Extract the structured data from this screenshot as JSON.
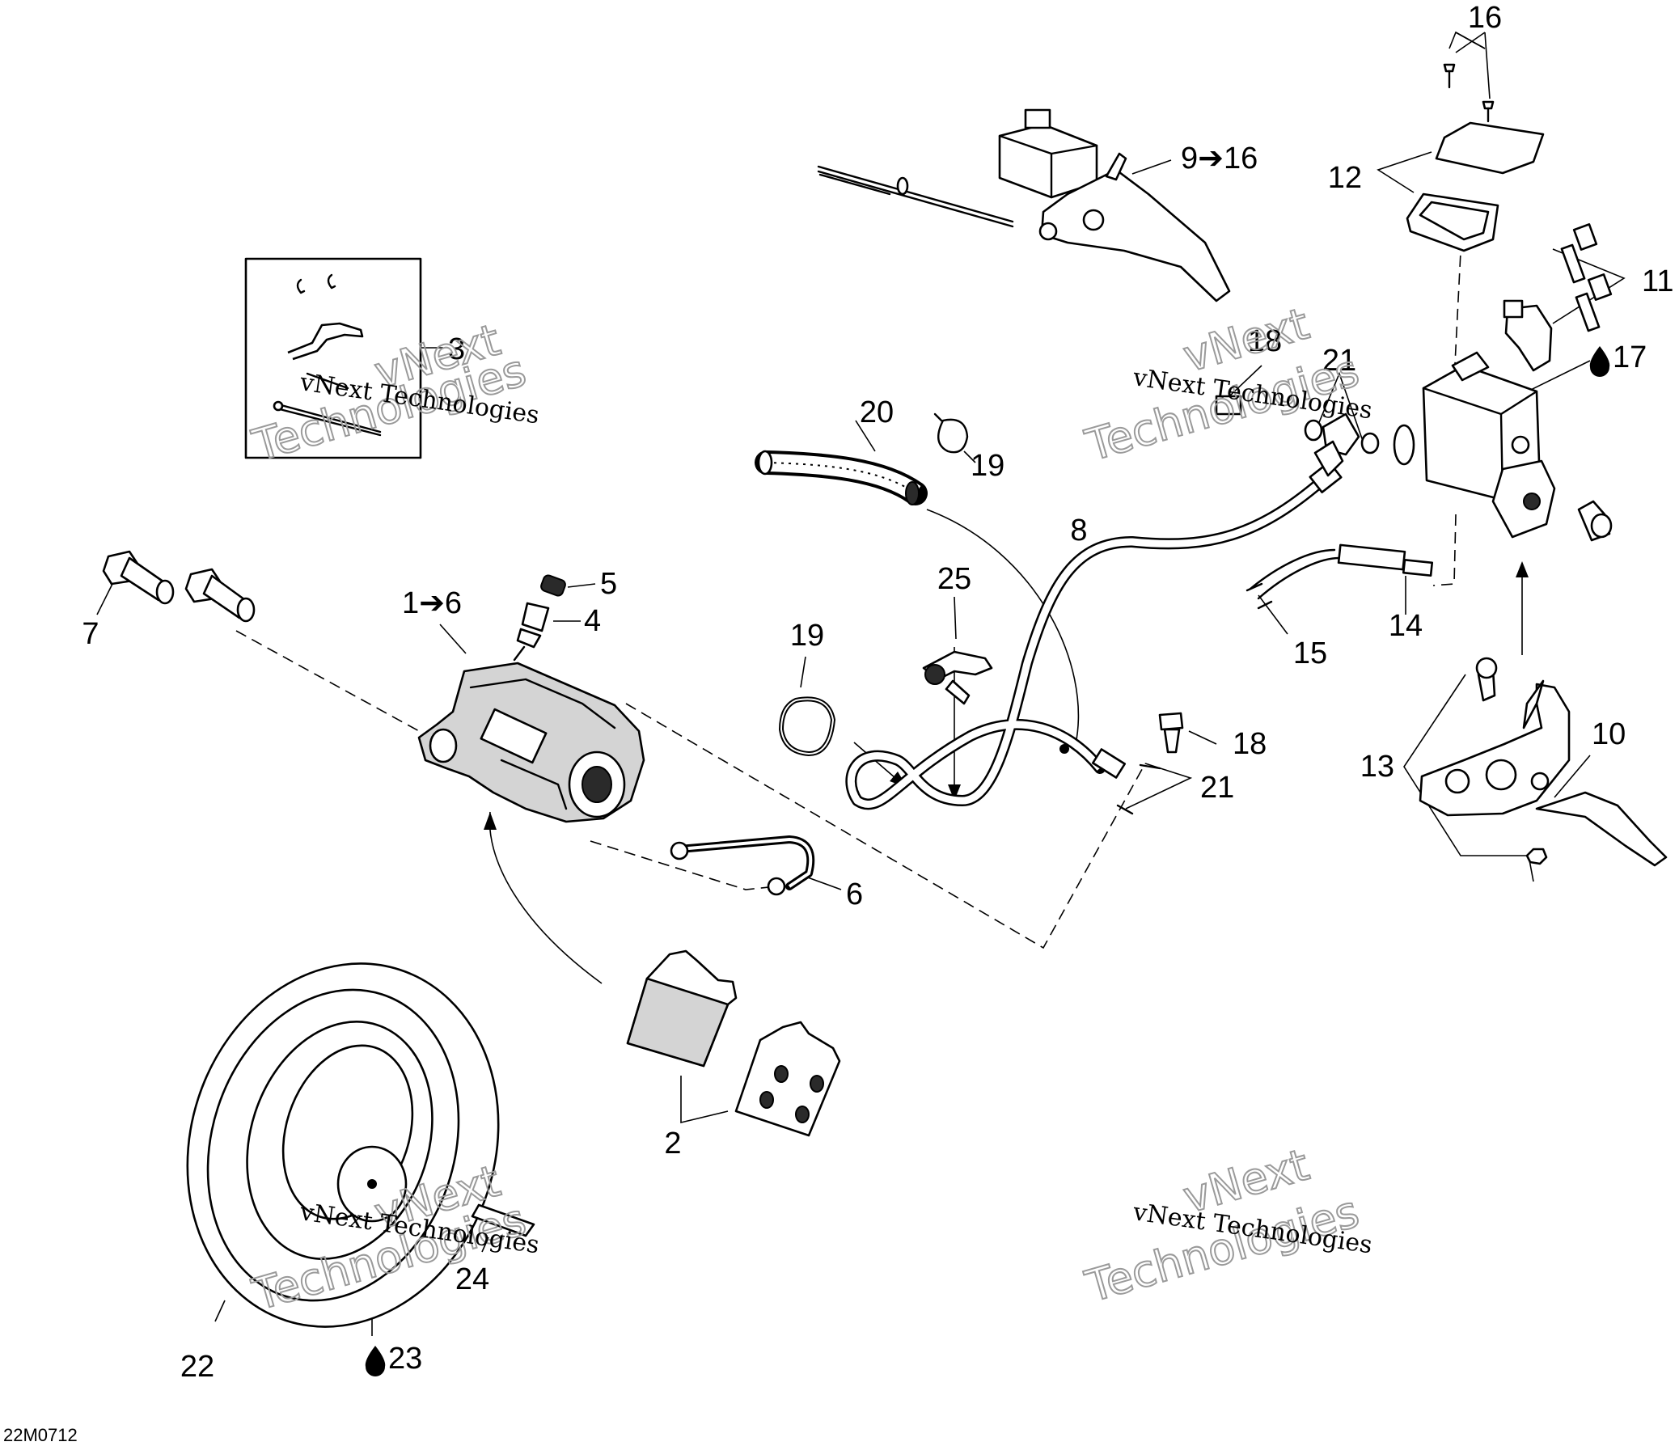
{
  "diagram": {
    "code": "22M0712",
    "callouts": {
      "c1_6": "1➔6",
      "c2": "2",
      "c3": "3",
      "c4": "4",
      "c5": "5",
      "c6": "6",
      "c7": "7",
      "c8": "8",
      "c9_16": "9➔16",
      "c10": "10",
      "c11": "11",
      "c12": "12",
      "c13": "13",
      "c14": "14",
      "c15": "15",
      "c16": "16",
      "c17": "17",
      "c18a": "18",
      "c18b": "18",
      "c19a": "19",
      "c19b": "19",
      "c20": "20",
      "c21a": "21",
      "c21b": "21",
      "c22": "22",
      "c23": "23",
      "c24": "24",
      "c25": "25"
    },
    "watermarks": [
      {
        "small": "vNext Technologies",
        "big": "Technologies",
        "big_top": "vNext"
      },
      {
        "small": "vNext Technologies",
        "big": "Technologies",
        "big_top": "vNext"
      },
      {
        "small": "vNext Technologies",
        "big": "Technologies",
        "big_top": "vNext"
      },
      {
        "small": "vNext Technologies",
        "big": "Technologies",
        "big_top": "vNext"
      }
    ]
  }
}
